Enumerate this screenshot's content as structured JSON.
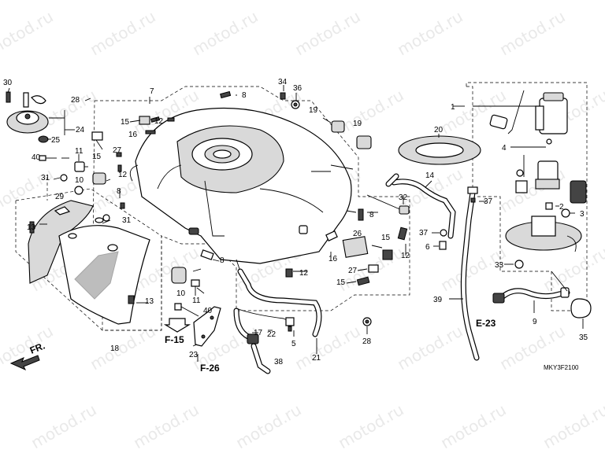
{
  "watermark": "motod.ru",
  "diagram_code": "MKY3F2100",
  "front_label": "FR.",
  "references": [
    "E-23",
    "F-15",
    "F-26"
  ],
  "callouts": [
    "1",
    "2",
    "3",
    "4",
    "5",
    "6",
    "7",
    "8",
    "9",
    "10",
    "11",
    "12",
    "13",
    "14",
    "15",
    "16",
    "17",
    "18",
    "19",
    "20",
    "21",
    "22",
    "23",
    "24",
    "25",
    "26",
    "27",
    "28",
    "29",
    "30",
    "31",
    "32",
    "33",
    "34",
    "35",
    "36",
    "37",
    "38",
    "39",
    "40"
  ]
}
